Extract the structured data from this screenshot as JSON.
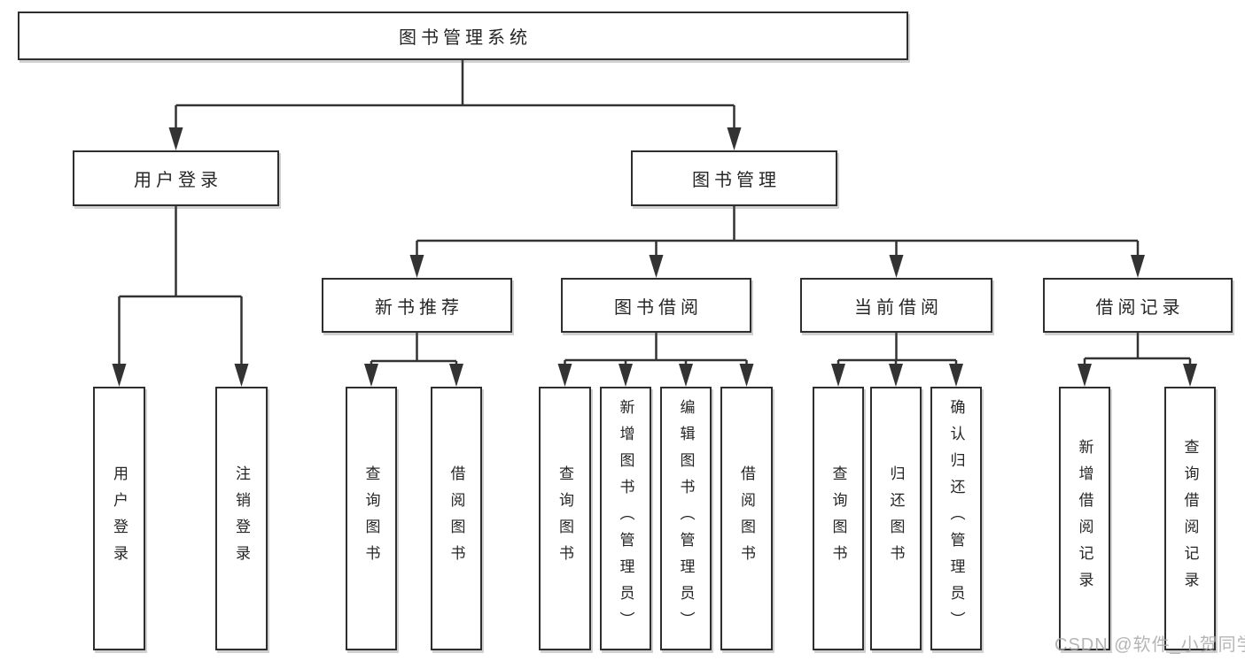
{
  "diagram": {
    "type": "hierarchy-tree",
    "root": {
      "label": "图书管理系统"
    },
    "branches": [
      {
        "label": "用户登录",
        "children": [
          {
            "label": "用户登录"
          },
          {
            "label": "注销登录"
          }
        ]
      },
      {
        "label": "图书管理",
        "children": [
          {
            "label": "新书推荐",
            "children": [
              {
                "label": "查询图书"
              },
              {
                "label": "借阅图书"
              }
            ]
          },
          {
            "label": "图书借阅",
            "children": [
              {
                "label": "查询图书"
              },
              {
                "label": "新增图书（管理员）"
              },
              {
                "label": "编辑图书（管理员）"
              },
              {
                "label": "借阅图书"
              }
            ]
          },
          {
            "label": "当前借阅",
            "children": [
              {
                "label": "查询图书"
              },
              {
                "label": "归还图书"
              },
              {
                "label": "确认归还（管理员）"
              }
            ]
          },
          {
            "label": "借阅记录",
            "children": [
              {
                "label": "新增借阅记录"
              },
              {
                "label": "查询借阅记录"
              }
            ]
          }
        ]
      }
    ]
  },
  "watermark": {
    "text": "CSDN @软件_小贺同学"
  },
  "colors": {
    "line": "#333333",
    "box_border": "#2e2e2e",
    "text": "#262626",
    "watermark": "#a9a9a9",
    "background": "#ffffff"
  }
}
